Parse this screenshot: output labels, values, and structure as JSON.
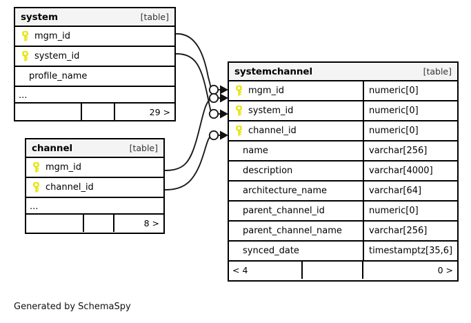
{
  "diagram": {
    "credit": "Generated by SchemaSpy",
    "kind_label": "[table]",
    "ellipsis": "...",
    "key_icon": "key-icon"
  },
  "tables": {
    "system": {
      "name": "system",
      "kind": "[table]",
      "rows": [
        {
          "name": "mgm_id",
          "key": true
        },
        {
          "name": "system_id",
          "key": true
        },
        {
          "name": "profile_name",
          "key": false
        }
      ],
      "ellipsis": "...",
      "footer": {
        "left": "",
        "mid": "",
        "right": "29 >"
      }
    },
    "channel": {
      "name": "channel",
      "kind": "[table]",
      "rows": [
        {
          "name": "mgm_id",
          "key": true
        },
        {
          "name": "channel_id",
          "key": true
        }
      ],
      "ellipsis": "...",
      "footer": {
        "left": "",
        "mid": "",
        "right": "8 >"
      }
    },
    "systemchannel": {
      "name": "systemchannel",
      "kind": "[table]",
      "rows": [
        {
          "name": "mgm_id",
          "type": "numeric[0]",
          "key": true
        },
        {
          "name": "system_id",
          "type": "numeric[0]",
          "key": true
        },
        {
          "name": "channel_id",
          "type": "numeric[0]",
          "key": true
        },
        {
          "name": "name",
          "type": "varchar[256]",
          "key": false
        },
        {
          "name": "description",
          "type": "varchar[4000]",
          "key": false
        },
        {
          "name": "architecture_name",
          "type": "varchar[64]",
          "key": false
        },
        {
          "name": "parent_channel_id",
          "type": "numeric[0]",
          "key": false
        },
        {
          "name": "parent_channel_name",
          "type": "varchar[256]",
          "key": false
        },
        {
          "name": "synced_date",
          "type": "timestamptz[35,6]",
          "key": false
        }
      ],
      "footer": {
        "left": "< 4",
        "mid": "",
        "right": "0 >"
      }
    }
  },
  "relationships": [
    {
      "from": "system.mgm_id",
      "to": "systemchannel.mgm_id"
    },
    {
      "from": "system.system_id",
      "to": "systemchannel.system_id"
    },
    {
      "from": "channel.mgm_id",
      "to": "systemchannel.mgm_id"
    },
    {
      "from": "channel.channel_id",
      "to": "systemchannel.channel_id"
    }
  ],
  "colors": {
    "key": "#e8e800",
    "border": "#000000",
    "header_bg": "#f4f4f4",
    "background": "#ffffff"
  }
}
